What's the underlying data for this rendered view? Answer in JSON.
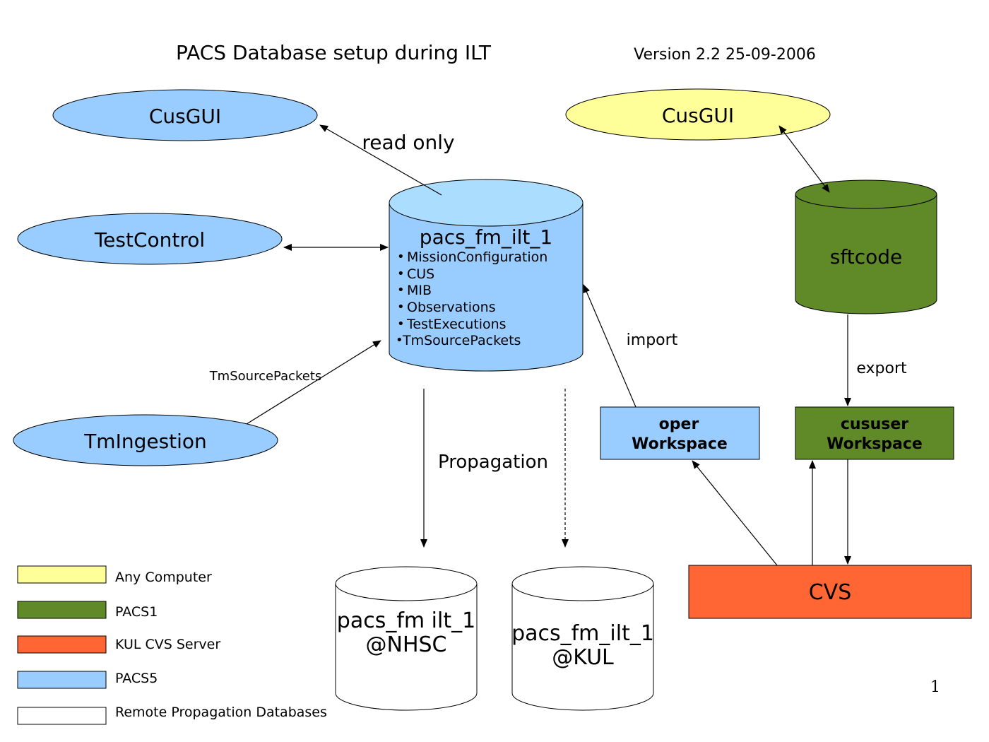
{
  "title": "PACS Database setup during ILT",
  "version": "Version 2.2  25-09-2006",
  "page_number": "1",
  "colors": {
    "any_computer": "#ffff99",
    "pacs1": "#5f8a27",
    "kul_cvs_server": "#ff6633",
    "pacs5": "#99ccff",
    "pacs5_top": "#aaddff",
    "remote": "#ffffff"
  },
  "clients": {
    "cusgui_pacs5": "CusGUI",
    "testcontrol": "TestControl",
    "tmingestion": "TmIngestion",
    "cusgui_any": "CusGUI"
  },
  "main_db": {
    "name": "pacs_fm_ilt_1",
    "items": [
      "MissionConfiguration",
      "CUS",
      "MIB",
      "Observations",
      "TestExecutions",
      "TmSourcePackets"
    ]
  },
  "sftcode_db": {
    "name": "sftcode"
  },
  "workspaces": {
    "oper": {
      "line1": "oper",
      "line2": "Workspace"
    },
    "cususer": {
      "line1": "cususer",
      "line2": "Workspace"
    }
  },
  "cvs": {
    "label": "CVS"
  },
  "remote_dbs": {
    "nhsc": {
      "line1": "pacs_fm ilt_1",
      "line2": "@NHSC"
    },
    "kul": {
      "line1": "pacs_fm_ilt_1",
      "line2": "@KUL"
    }
  },
  "arrow_labels": {
    "read_only": "read only",
    "tm_source_packets": "TmSourcePackets",
    "propagation": "Propagation",
    "import": "import",
    "export": "export"
  },
  "legend": [
    {
      "label": "Any Computer",
      "color_key": "any_computer"
    },
    {
      "label": "PACS1",
      "color_key": "pacs1"
    },
    {
      "label": "KUL CVS Server",
      "color_key": "kul_cvs_server"
    },
    {
      "label": "PACS5",
      "color_key": "pacs5"
    },
    {
      "label": "Remote Propagation Databases",
      "color_key": "remote"
    }
  ]
}
